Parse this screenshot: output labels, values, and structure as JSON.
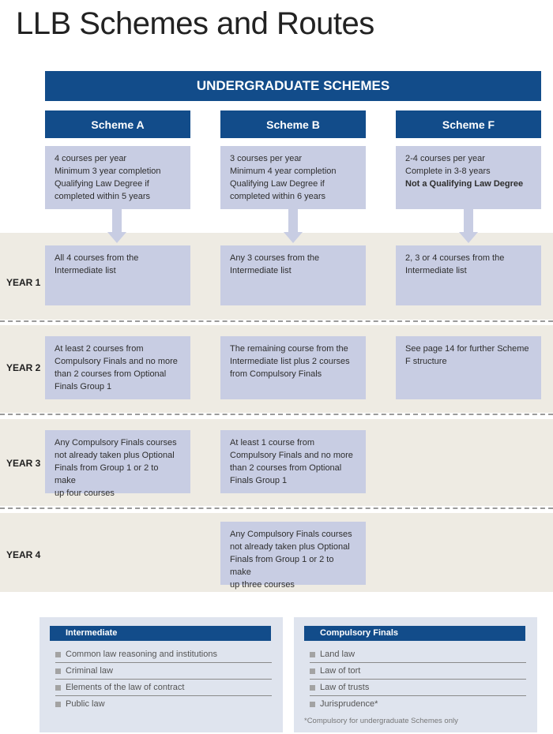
{
  "title": "LLB Schemes and Routes",
  "header": "UNDERGRADUATE SCHEMES",
  "colors": {
    "navy": "#124c8a",
    "box": "#c8cde3",
    "band": "#eeebe3",
    "list_panel": "#dfe4ee"
  },
  "schemes": [
    {
      "name": "Scheme A",
      "summary": [
        "4 courses per year",
        "Minimum 3 year completion",
        "Qualifying Law Degree if",
        "completed within 5 years"
      ]
    },
    {
      "name": "Scheme B",
      "summary": [
        "3 courses per year",
        "Minimum 4 year completion",
        "Qualifying Law Degree if",
        "completed within 6 years"
      ]
    },
    {
      "name": "Scheme F",
      "summary": [
        "2-4 courses per year",
        "Complete in 3-8 years",
        "Not a Qualifying Law Degree"
      ]
    }
  ],
  "years": [
    "YEAR 1",
    "YEAR 2",
    "YEAR 3",
    "YEAR 4"
  ],
  "cells": {
    "y1": [
      [
        "All 4 courses from the",
        "Intermediate list"
      ],
      [
        "Any 3 courses from the",
        "Intermediate list"
      ],
      [
        "2, 3 or 4 courses from the",
        "Intermediate list"
      ]
    ],
    "y2": [
      [
        "At least 2 courses from",
        "Compulsory Finals and no more",
        "than 2 courses from Optional",
        "Finals Group 1"
      ],
      [
        "The remaining course from the",
        "Intermediate list plus 2 courses",
        "from Compulsory Finals"
      ],
      [
        "See page 14 for further Scheme",
        "F structure"
      ]
    ],
    "y3": [
      [
        "Any Compulsory Finals courses",
        "not already taken plus Optional",
        "Finals from Group 1 or 2 to make",
        "up four courses"
      ],
      [
        "At least 1 course from",
        "Compulsory Finals and no more",
        "than 2 courses from Optional",
        "Finals Group 1"
      ]
    ],
    "y4": [
      [
        "Any Compulsory Finals courses",
        "not already taken plus Optional",
        "Finals from Group 1 or 2 to make",
        "up three courses"
      ]
    ]
  },
  "intermediate": {
    "title": "Intermediate",
    "items": [
      "Common law reasoning and institutions",
      "Criminal law",
      "Elements of the law of contract",
      "Public law"
    ]
  },
  "compulsory": {
    "title": "Compulsory Finals",
    "items": [
      "Land law",
      "Law of tort",
      "Law of trusts",
      "Jurisprudence*"
    ],
    "footnote": "*Compulsory for undergraduate Schemes only"
  }
}
